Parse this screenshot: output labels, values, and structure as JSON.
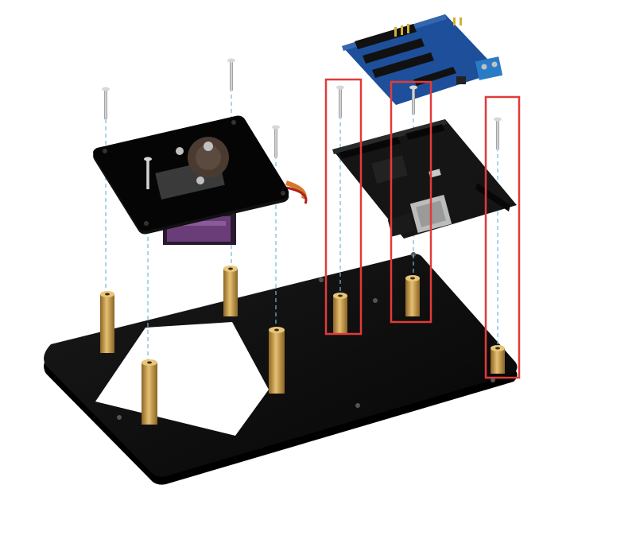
{
  "header": {
    "title": ""
  },
  "footer": {
    "caption": ""
  },
  "colors": {
    "background": "#ffffff",
    "acrylic": "#0b0b0b",
    "brass": "#c99a45",
    "screw": "#b8b8b8",
    "guide_line": "#6fb7e0",
    "highlight_box": "#e23a3a",
    "shield_pcb": "#1e4f9a",
    "uno_pcb": "#141414",
    "servo_body": "#6a3d78"
  },
  "objects": {
    "base_plate": "black-acrylic-base-plate",
    "servo_mount": "servo-mount-plate",
    "servo": "micro-servo",
    "arduino": "arduino-uno-board",
    "shield": "sensor-shield-board",
    "standoffs": "brass-standoffs",
    "screws": "mounting-screws",
    "highlights": "red-highlight-boxes"
  }
}
